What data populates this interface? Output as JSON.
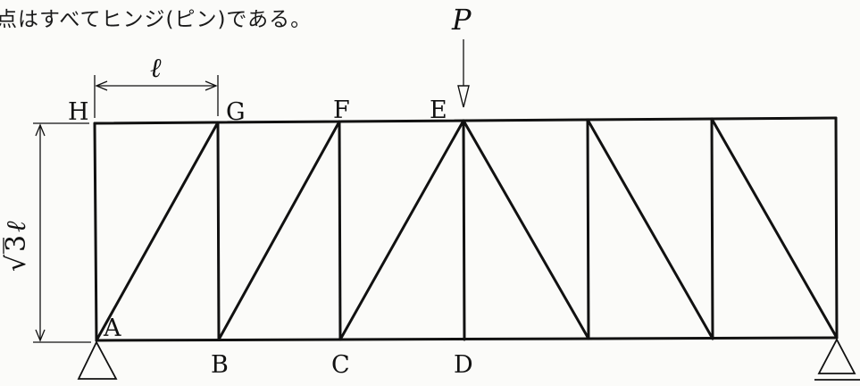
{
  "caption": "点はすべてヒンジ(ピン)である。",
  "labels": {
    "H": "H",
    "G": "G",
    "F": "F",
    "E": "E",
    "A": "A",
    "B": "B",
    "C": "C",
    "D": "D"
  },
  "load": {
    "symbol": "P"
  },
  "dimensions": {
    "panel_width": "ℓ",
    "height_radical": "√",
    "height_value": "3",
    "height_unit": "ℓ"
  }
}
